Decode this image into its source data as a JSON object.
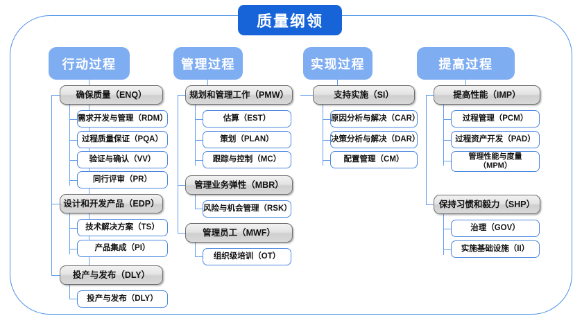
{
  "diagram": {
    "type": "org-hierarchy",
    "title": "质量纲领",
    "colors": {
      "root_fill": "#1664d8",
      "column_header_fill": "#7fadf2",
      "level2_fill": "#e3e3e3",
      "level2_border": "#6f6f6f",
      "leaf_border": "#4a86df",
      "connector": "#5f9ced",
      "frame_border": "#4a90e8",
      "background": "#ffffff"
    },
    "columns": [
      {
        "id": "col-action",
        "header": "行动过程",
        "groups": [
          {
            "id": "enq",
            "label": "确保质量（ENQ）",
            "children": [
              {
                "id": "rdm",
                "label": "需求开发与管理（RDM）"
              },
              {
                "id": "pqa",
                "label": "过程质量保证（PQA）"
              },
              {
                "id": "vv",
                "label": "验证与确认（VV）"
              },
              {
                "id": "pr",
                "label": "同行评审（PR）"
              }
            ]
          },
          {
            "id": "edp",
            "label": "设计和开发产品（EDP）",
            "children": [
              {
                "id": "ts",
                "label": "技术解决方案（TS）"
              },
              {
                "id": "pi",
                "label": "产品集成（PI）"
              }
            ]
          },
          {
            "id": "dly",
            "label": "投产与发布（DLY）",
            "children": [
              {
                "id": "dly-child",
                "label": "投产与发布（DLY）"
              }
            ]
          }
        ]
      },
      {
        "id": "col-manage",
        "header": "管理过程",
        "groups": [
          {
            "id": "pmw",
            "label": "规划和管理工作（PMW）",
            "children": [
              {
                "id": "est",
                "label": "估算（EST）"
              },
              {
                "id": "plan",
                "label": "策划（PLAN）"
              },
              {
                "id": "mc",
                "label": "跟踪与控制（MC）"
              }
            ]
          },
          {
            "id": "mbr",
            "label": "管理业务弹性（MBR）",
            "children": [
              {
                "id": "rsk",
                "label": "风险与机会管理（RSK）"
              }
            ]
          },
          {
            "id": "mwf",
            "label": "管理员工（MWF）",
            "children": [
              {
                "id": "ot",
                "label": "组织级培训（OT）"
              }
            ]
          }
        ]
      },
      {
        "id": "col-implement",
        "header": "实现过程",
        "groups": [
          {
            "id": "si",
            "label": "支持实施（SI）",
            "children": [
              {
                "id": "car",
                "label": "原因分析与解决（CAR）"
              },
              {
                "id": "dar",
                "label": "决策分析与解决（DAR）"
              },
              {
                "id": "cm",
                "label": "配置管理（CM）"
              }
            ]
          }
        ]
      },
      {
        "id": "col-improve",
        "header": "提高过程",
        "groups": [
          {
            "id": "imp",
            "label": "提高性能（IMP）",
            "children": [
              {
                "id": "pcm",
                "label": "过程管理（PCM）"
              },
              {
                "id": "pad",
                "label": "过程资产开发（PAD）"
              },
              {
                "id": "mpm",
                "label": "管理性能与度量\n（MPM）"
              }
            ]
          },
          {
            "id": "shp",
            "label": "保持习惯和毅力（SHP）",
            "children": [
              {
                "id": "gov",
                "label": "治理（GOV）"
              },
              {
                "id": "ii",
                "label": "实施基础设施（II）"
              }
            ]
          }
        ]
      }
    ]
  }
}
